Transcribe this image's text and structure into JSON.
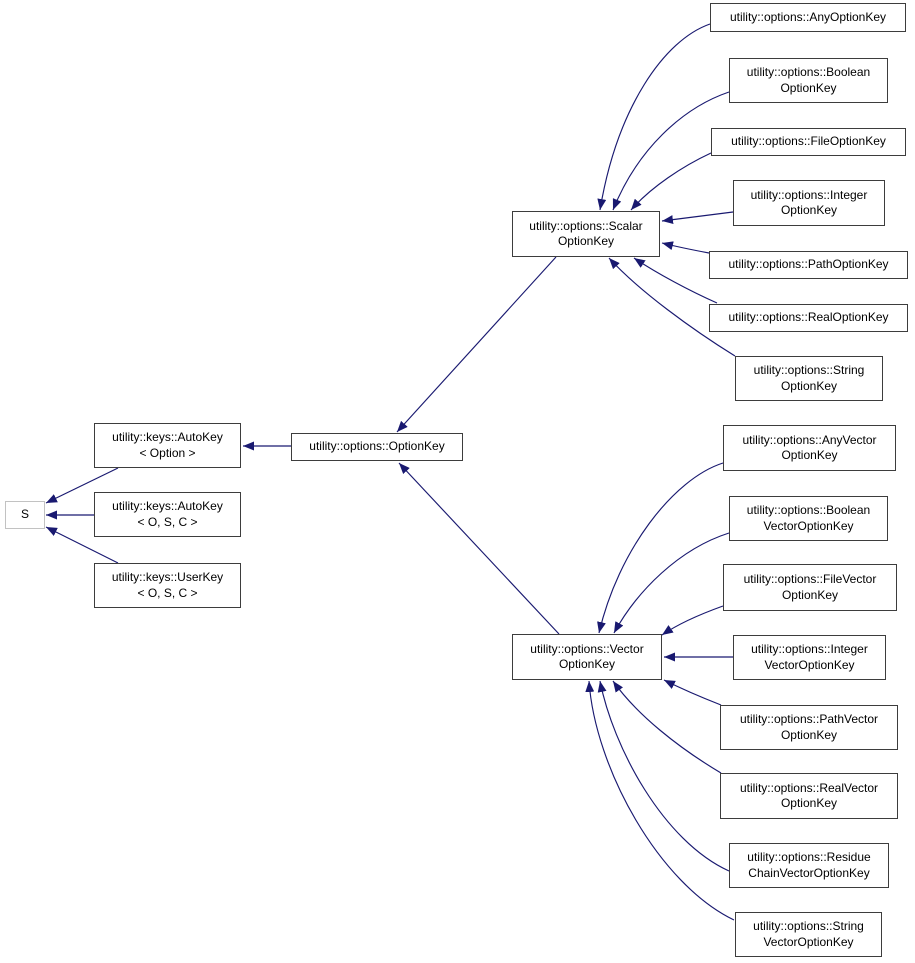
{
  "diagram": {
    "kind": "class-inheritance-graph",
    "background_color": "#ffffff",
    "edge_color": "#191970",
    "node_border_color": "#3d3d3d",
    "truncated_node_border_color": "#c2c2c2",
    "nodes": [
      {
        "id": "s",
        "lines": [
          "S"
        ]
      },
      {
        "id": "autokey-option",
        "lines": [
          "utility::keys::AutoKey",
          "< Option >"
        ]
      },
      {
        "id": "autokey-osc",
        "lines": [
          "utility::keys::AutoKey",
          "< O, S, C >"
        ]
      },
      {
        "id": "userkey-osc",
        "lines": [
          "utility::keys::UserKey",
          "< O, S, C >"
        ]
      },
      {
        "id": "optionkey",
        "lines": [
          "utility::options::OptionKey"
        ]
      },
      {
        "id": "scalar-optionkey",
        "lines": [
          "utility::options::Scalar",
          "OptionKey"
        ]
      },
      {
        "id": "vector-optionkey",
        "lines": [
          "utility::options::Vector",
          "OptionKey"
        ]
      },
      {
        "id": "any-optionkey",
        "lines": [
          "utility::options::AnyOptionKey"
        ]
      },
      {
        "id": "boolean-optionkey",
        "lines": [
          "utility::options::Boolean",
          "OptionKey"
        ]
      },
      {
        "id": "file-optionkey",
        "lines": [
          "utility::options::FileOptionKey"
        ]
      },
      {
        "id": "integer-optionkey",
        "lines": [
          "utility::options::Integer",
          "OptionKey"
        ]
      },
      {
        "id": "path-optionkey",
        "lines": [
          "utility::options::PathOptionKey"
        ]
      },
      {
        "id": "real-optionkey",
        "lines": [
          "utility::options::RealOptionKey"
        ]
      },
      {
        "id": "string-optionkey",
        "lines": [
          "utility::options::String",
          "OptionKey"
        ]
      },
      {
        "id": "anyvector-optionkey",
        "lines": [
          "utility::options::AnyVector",
          "OptionKey"
        ]
      },
      {
        "id": "booleanvector-optionkey",
        "lines": [
          "utility::options::Boolean",
          "VectorOptionKey"
        ]
      },
      {
        "id": "filevector-optionkey",
        "lines": [
          "utility::options::FileVector",
          "OptionKey"
        ]
      },
      {
        "id": "integervector-optionkey",
        "lines": [
          "utility::options::Integer",
          "VectorOptionKey"
        ]
      },
      {
        "id": "pathvector-optionkey",
        "lines": [
          "utility::options::PathVector",
          "OptionKey"
        ]
      },
      {
        "id": "realvector-optionkey",
        "lines": [
          "utility::options::RealVector",
          "OptionKey"
        ]
      },
      {
        "id": "residuechainvector-optionkey",
        "lines": [
          "utility::options::Residue",
          "ChainVectorOptionKey"
        ]
      },
      {
        "id": "stringvector-optionkey",
        "lines": [
          "utility::options::String",
          "VectorOptionKey"
        ]
      }
    ],
    "edges": [
      {
        "from": "autokey-option",
        "to": "s"
      },
      {
        "from": "autokey-osc",
        "to": "s"
      },
      {
        "from": "userkey-osc",
        "to": "s"
      },
      {
        "from": "optionkey",
        "to": "autokey-option"
      },
      {
        "from": "scalar-optionkey",
        "to": "optionkey"
      },
      {
        "from": "vector-optionkey",
        "to": "optionkey"
      },
      {
        "from": "any-optionkey",
        "to": "scalar-optionkey"
      },
      {
        "from": "boolean-optionkey",
        "to": "scalar-optionkey"
      },
      {
        "from": "file-optionkey",
        "to": "scalar-optionkey"
      },
      {
        "from": "integer-optionkey",
        "to": "scalar-optionkey"
      },
      {
        "from": "path-optionkey",
        "to": "scalar-optionkey"
      },
      {
        "from": "real-optionkey",
        "to": "scalar-optionkey"
      },
      {
        "from": "string-optionkey",
        "to": "scalar-optionkey"
      },
      {
        "from": "anyvector-optionkey",
        "to": "vector-optionkey"
      },
      {
        "from": "booleanvector-optionkey",
        "to": "vector-optionkey"
      },
      {
        "from": "filevector-optionkey",
        "to": "vector-optionkey"
      },
      {
        "from": "integervector-optionkey",
        "to": "vector-optionkey"
      },
      {
        "from": "pathvector-optionkey",
        "to": "vector-optionkey"
      },
      {
        "from": "realvector-optionkey",
        "to": "vector-optionkey"
      },
      {
        "from": "residuechainvector-optionkey",
        "to": "vector-optionkey"
      },
      {
        "from": "stringvector-optionkey",
        "to": "vector-optionkey"
      }
    ]
  }
}
